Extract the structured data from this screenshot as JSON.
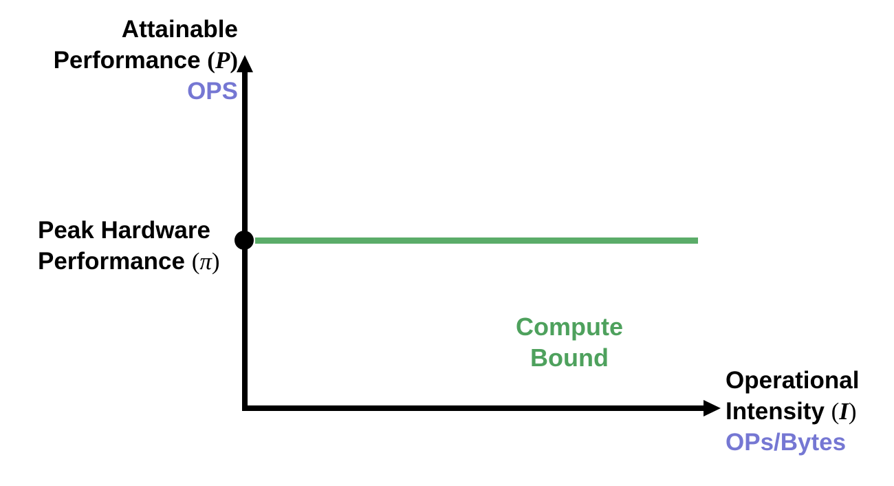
{
  "colors": {
    "axis_black": "#000000",
    "unit_purple": "#7577D3",
    "roofline_green": "#5BAC69",
    "region_green": "#4EA15D"
  },
  "y_axis": {
    "label_line1": "Attainable",
    "label_line2_text": "Performance ",
    "open_paren": "(",
    "math_symbol": "P",
    "close_paren": ")",
    "unit": "OPS"
  },
  "x_axis": {
    "label_line1": "Operational",
    "label_line2_text": "Intensity ",
    "open_paren": "(",
    "math_symbol": "I",
    "close_paren": ")",
    "unit": "OPs/Bytes"
  },
  "peak": {
    "line1": "Peak Hardware",
    "line2_text": "Performance ",
    "open_paren": "(",
    "math_symbol": "π",
    "close_paren": ")"
  },
  "region": {
    "line1": "Compute",
    "line2": "Bound"
  }
}
